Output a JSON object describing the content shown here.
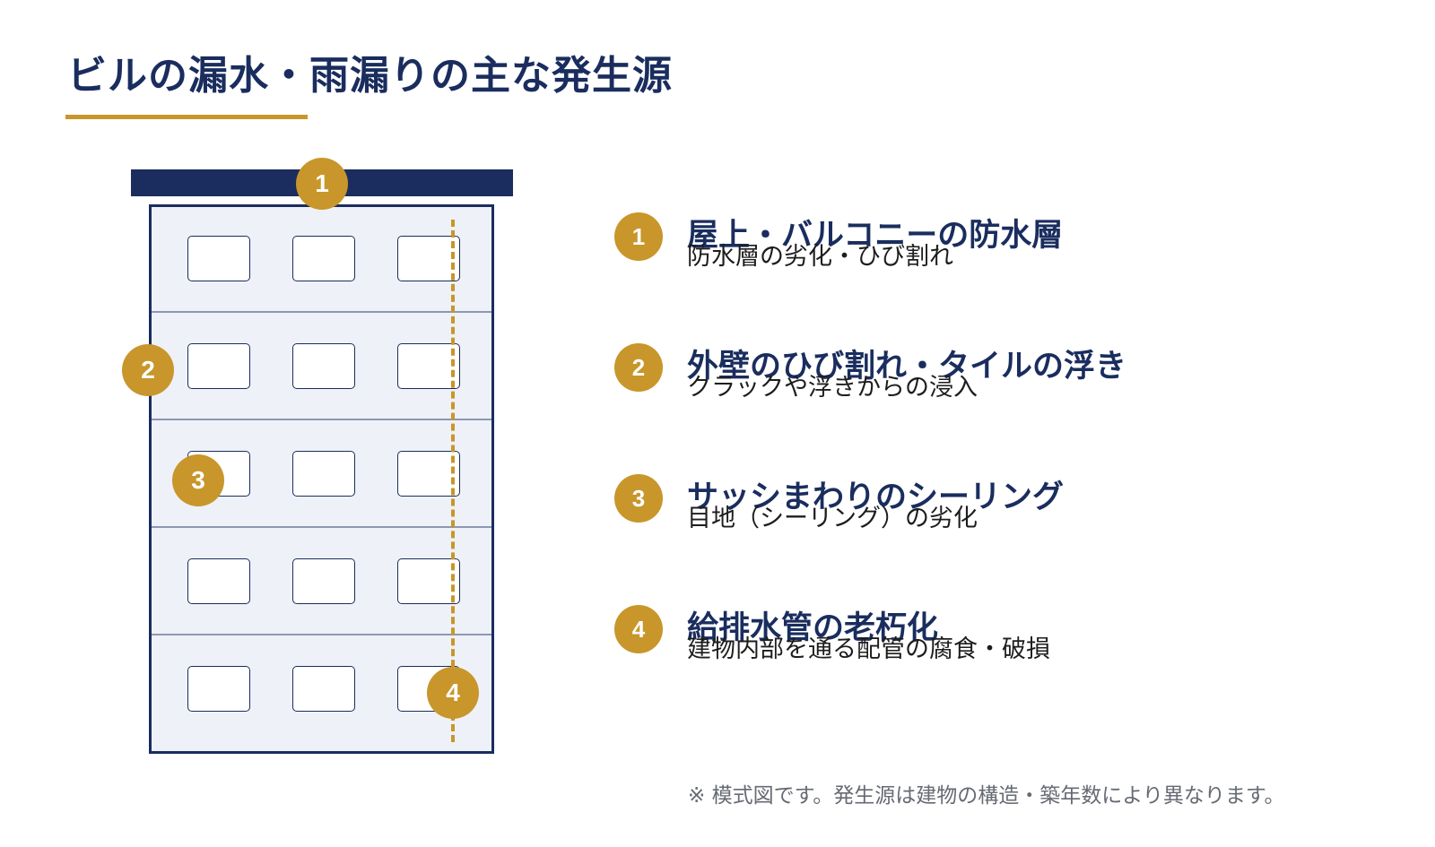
{
  "title": "ビルの漏水・雨漏りの主な発生源",
  "colors": {
    "navy": "#1a2d5e",
    "gold": "#c8962a",
    "building_fill": "#eef1f7",
    "floor_line": "#8c97b3"
  },
  "diagram": {
    "markers": [
      {
        "label": "1"
      },
      {
        "label": "2"
      },
      {
        "label": "3"
      },
      {
        "label": "4"
      }
    ]
  },
  "legend": [
    {
      "number": "1",
      "heading": "屋上・バルコニーの防水層",
      "sub": "防水層の劣化・ひび割れ"
    },
    {
      "number": "2",
      "heading": "外壁のひび割れ・タイルの浮き",
      "sub": "クラックや浮きからの浸入"
    },
    {
      "number": "3",
      "heading": "サッシまわりのシーリング",
      "sub": "目地（シーリング）の劣化"
    },
    {
      "number": "4",
      "heading": "給排水管の老朽化",
      "sub": "建物内部を通る配管の腐食・破損"
    }
  ],
  "footnote": "※ 模式図です。発生源は建物の構造・築年数により異なります。"
}
